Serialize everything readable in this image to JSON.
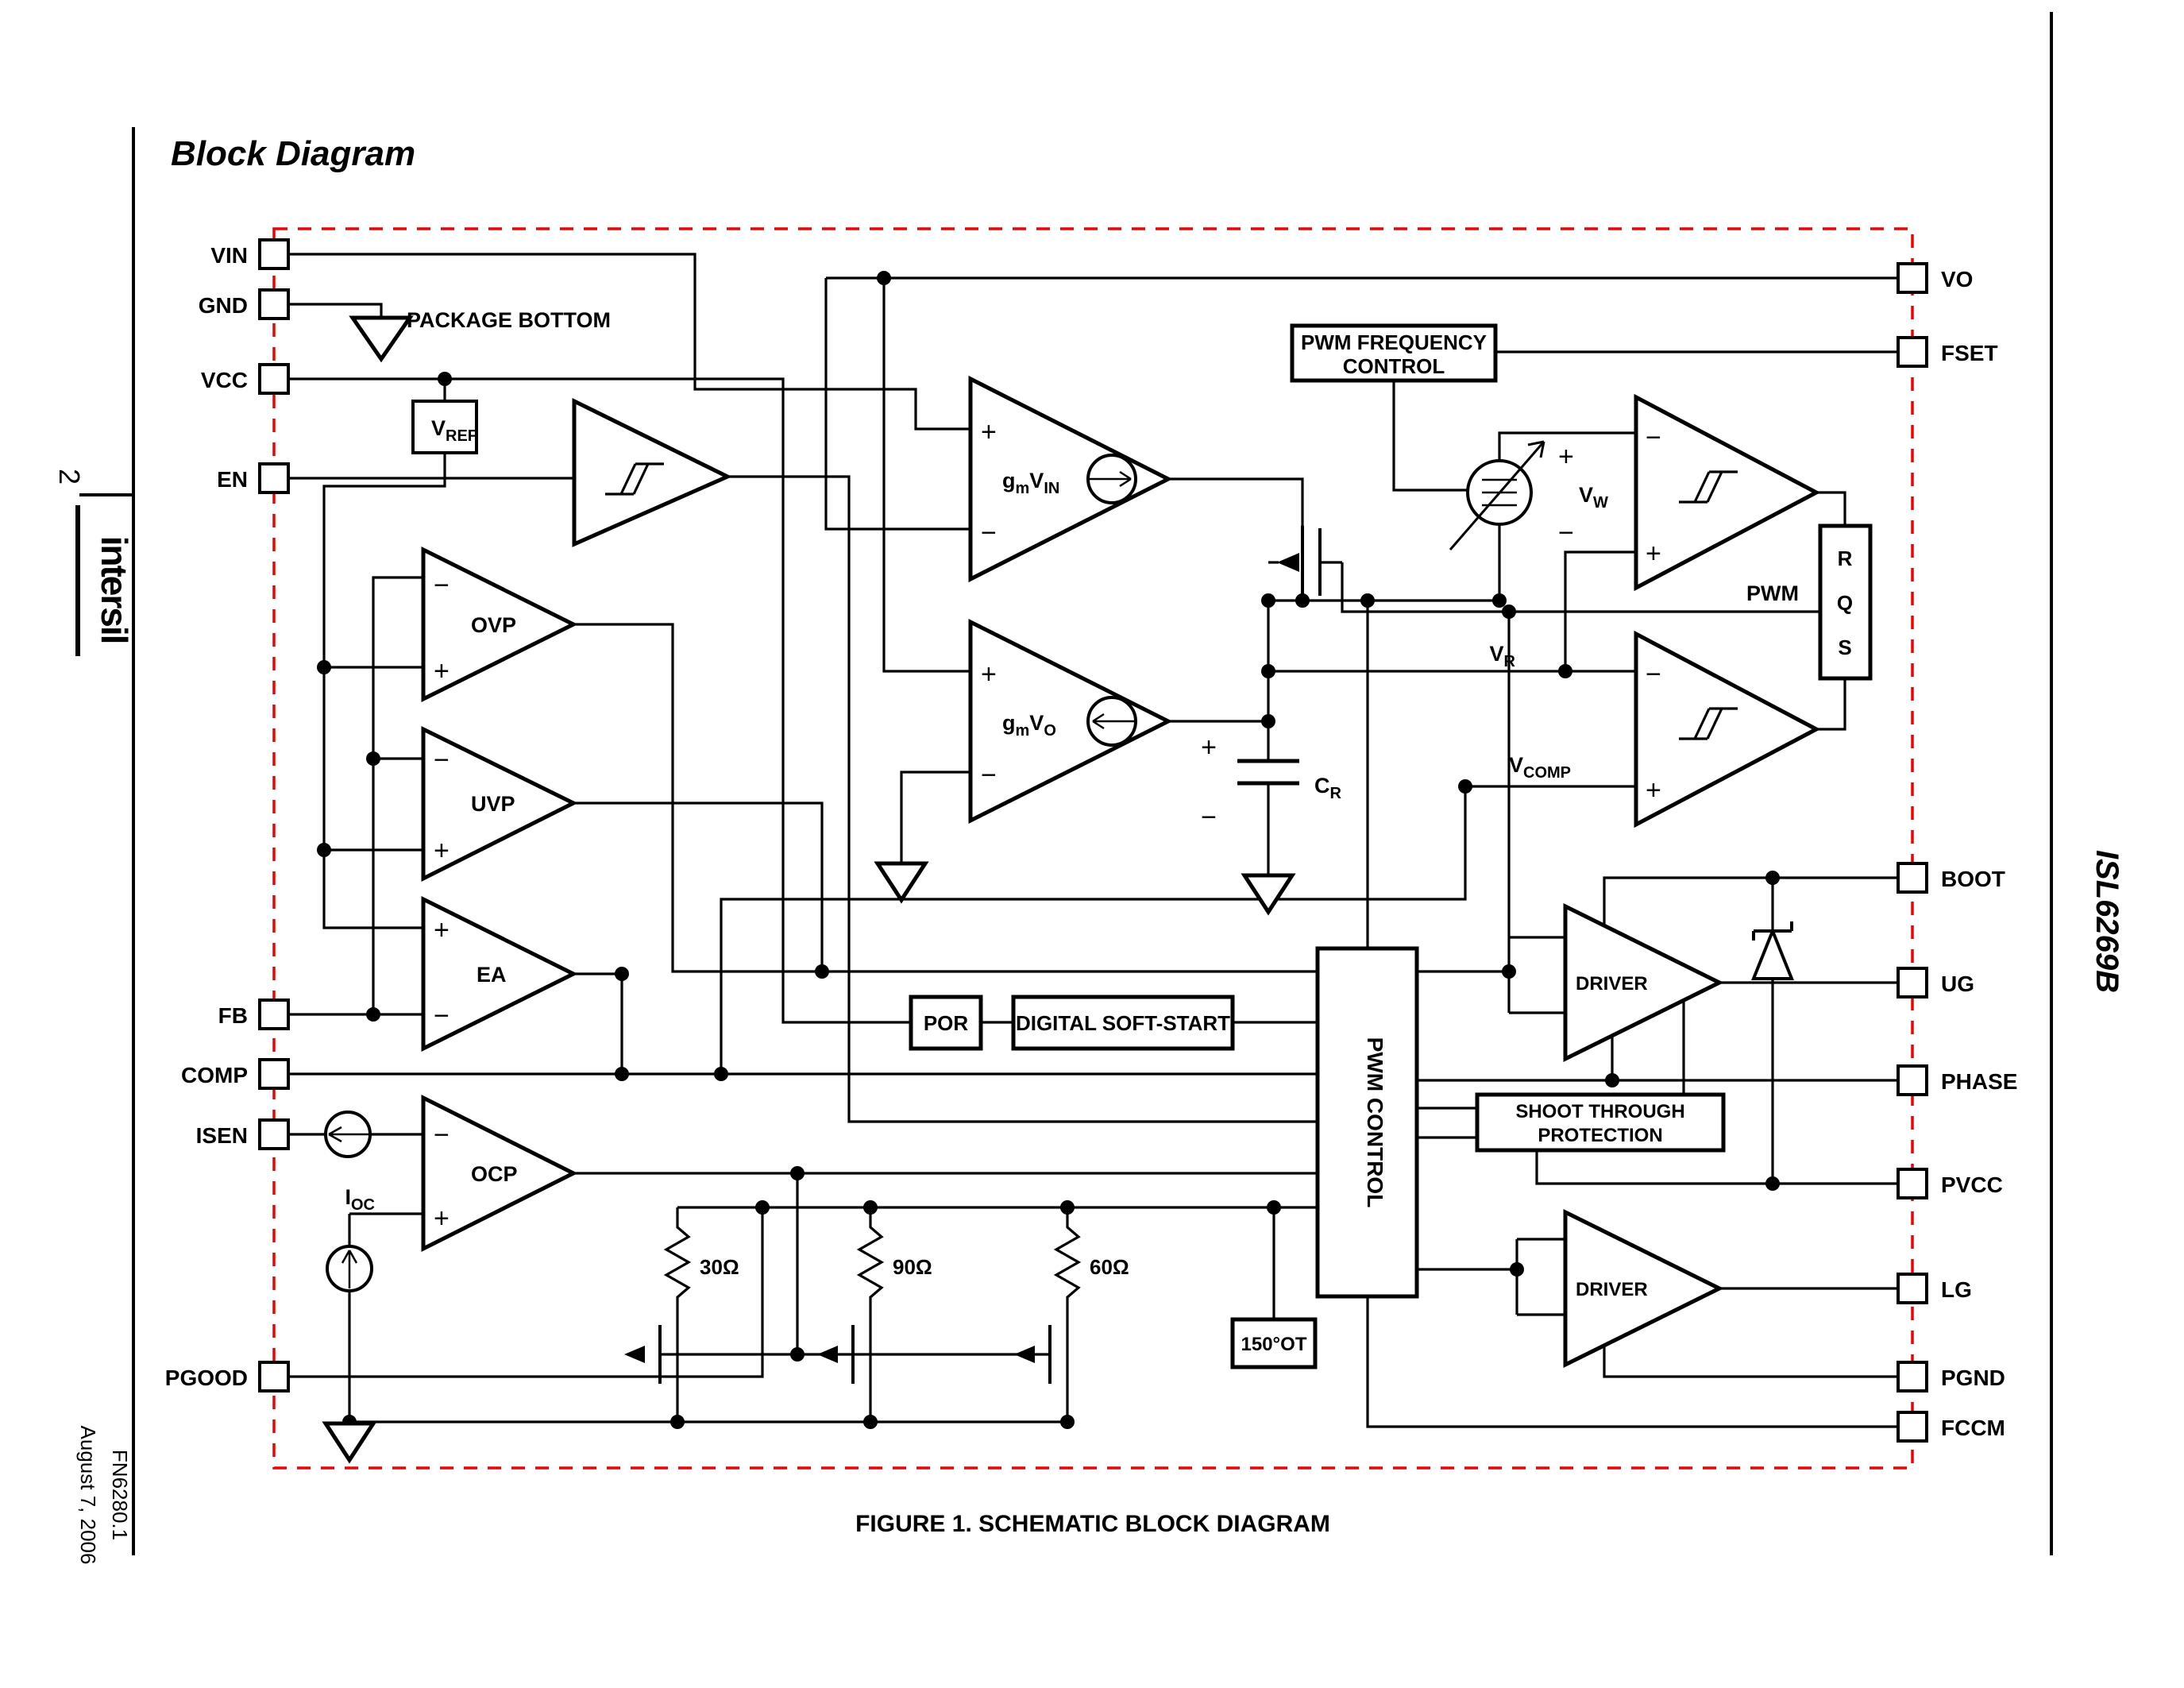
{
  "page": {
    "title": "Block Diagram",
    "caption": "FIGURE 1.  SCHEMATIC BLOCK DIAGRAM",
    "page_number": "2",
    "brand": "intersil",
    "part_number": "ISL6269B",
    "doc_number": "FN6280.1",
    "doc_date": "August 7, 2006"
  },
  "pins": {
    "left": [
      {
        "label": "VIN"
      },
      {
        "label": "GND"
      },
      {
        "label": "VCC"
      },
      {
        "label": "EN"
      },
      {
        "label": "FB"
      },
      {
        "label": "COMP"
      },
      {
        "label": "ISEN"
      },
      {
        "label": "PGOOD"
      }
    ],
    "right": [
      {
        "label": "VO"
      },
      {
        "label": "FSET"
      },
      {
        "label": "BOOT"
      },
      {
        "label": "UG"
      },
      {
        "label": "PHASE"
      },
      {
        "label": "PVCC"
      },
      {
        "label": "LG"
      },
      {
        "label": "PGND"
      },
      {
        "label": "FCCM"
      }
    ]
  },
  "blocks": {
    "vref_main": "V",
    "vref_sub": "REF",
    "pwm_freq_line1": "PWM FREQUENCY",
    "pwm_freq_line2": "CONTROL",
    "por": "POR",
    "soft_start": "DIGITAL SOFT-START",
    "pwm_control": "PWM CONTROL",
    "shoot1": "SHOOT THROUGH",
    "shoot2": "PROTECTION",
    "ot": "150°OT",
    "driver_upper": "DRIVER",
    "driver_lower": "DRIVER",
    "r": "R",
    "q": "Q",
    "s": "S"
  },
  "amps": {
    "ovp": "OVP",
    "uvp": "UVP",
    "ea": "EA",
    "ocp": "OCP"
  },
  "labels": {
    "package_bottom": "PACKAGE BOTTOM",
    "pwm": "PWM",
    "plus": "+",
    "minus": "−",
    "g": "g",
    "m": "m",
    "v": "V",
    "in": "IN",
    "o": "O",
    "vr_sub": "R",
    "vcomp_sub": "COMP",
    "vw_sub": "W",
    "cr_c": "C",
    "cr_sub": "R",
    "ioc_i": "I",
    "ioc_sub": "OC",
    "r30": "30Ω",
    "r90": "90Ω",
    "r60": "60Ω"
  }
}
